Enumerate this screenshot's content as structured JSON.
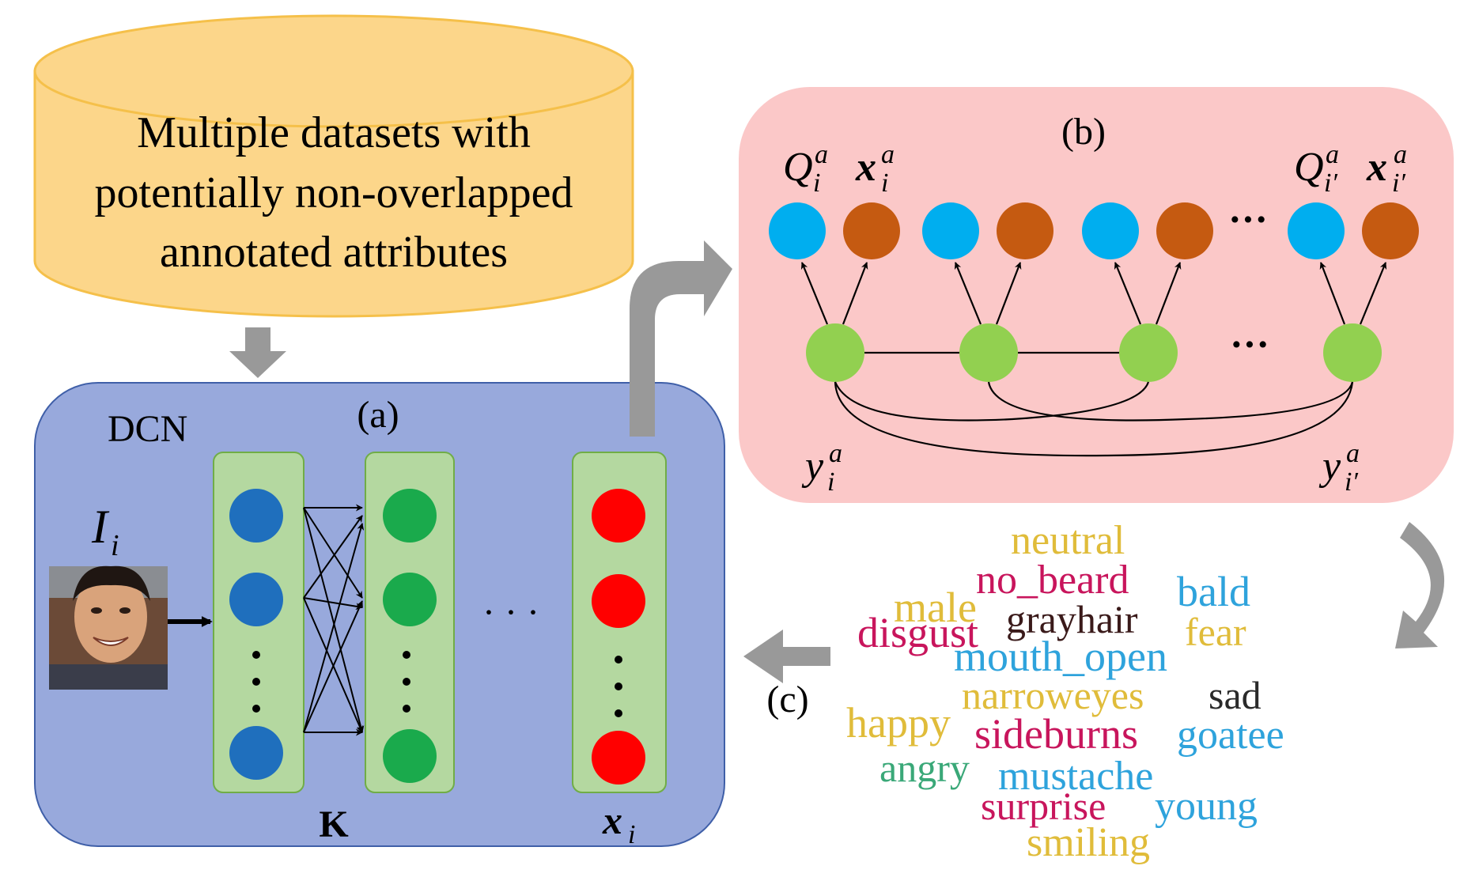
{
  "cylinder": {
    "lines": [
      "Multiple datasets with",
      "potentially non-overlapped",
      "annotated attributes"
    ],
    "fill": "#fcd68a",
    "stroke": "#f5c04a"
  },
  "panel_a": {
    "label": "(a)",
    "network_label": "DCN",
    "image_label": "I",
    "image_label_sub": "i",
    "layer1_label": "K",
    "output_label": "x",
    "output_label_sub": "i",
    "ellipsis": "· · ·",
    "fill": "#98a9dc",
    "layer_fill": "#b4d8a0",
    "colors": {
      "layer1": "#1f6fbd",
      "layer2": "#1aaa4c",
      "output": "#ff0000"
    }
  },
  "panel_b": {
    "label": "(b)",
    "fill": "#fbc8c8",
    "q_label": "Q",
    "x_label": "x",
    "y_label": "y",
    "sup": "a",
    "sub_i": "i",
    "sub_i_prime": "i′",
    "ellipsis": "···",
    "colors": {
      "q": "#00aeef",
      "x": "#c55a11",
      "y": "#92d050"
    }
  },
  "panel_c": {
    "label": "(c)"
  },
  "word_cloud": [
    {
      "text": "neutral",
      "color": "#e0bc3a"
    },
    {
      "text": "no_beard",
      "color": "#c8155c"
    },
    {
      "text": "bald",
      "color": "#2ea3dc"
    },
    {
      "text": "male",
      "color": "#e0bc3a"
    },
    {
      "text": "disgust",
      "color": "#c8155c"
    },
    {
      "text": "grayhair",
      "color": "#3a1a1a"
    },
    {
      "text": "fear",
      "color": "#e0bc3a"
    },
    {
      "text": "mouth_open",
      "color": "#2ea3dc"
    },
    {
      "text": "narroweyes",
      "color": "#e0bc3a"
    },
    {
      "text": "sad",
      "color": "#2a2a2a"
    },
    {
      "text": "happy",
      "color": "#e0bc3a"
    },
    {
      "text": "sideburns",
      "color": "#c8155c"
    },
    {
      "text": "goatee",
      "color": "#2ea3dc"
    },
    {
      "text": "angry",
      "color": "#3aa878"
    },
    {
      "text": "mustache",
      "color": "#2ea3dc"
    },
    {
      "text": "surprise",
      "color": "#c8155c"
    },
    {
      "text": "young",
      "color": "#2ea3dc"
    },
    {
      "text": "smiling",
      "color": "#e0bc3a"
    }
  ],
  "arrow_color": "#999999"
}
